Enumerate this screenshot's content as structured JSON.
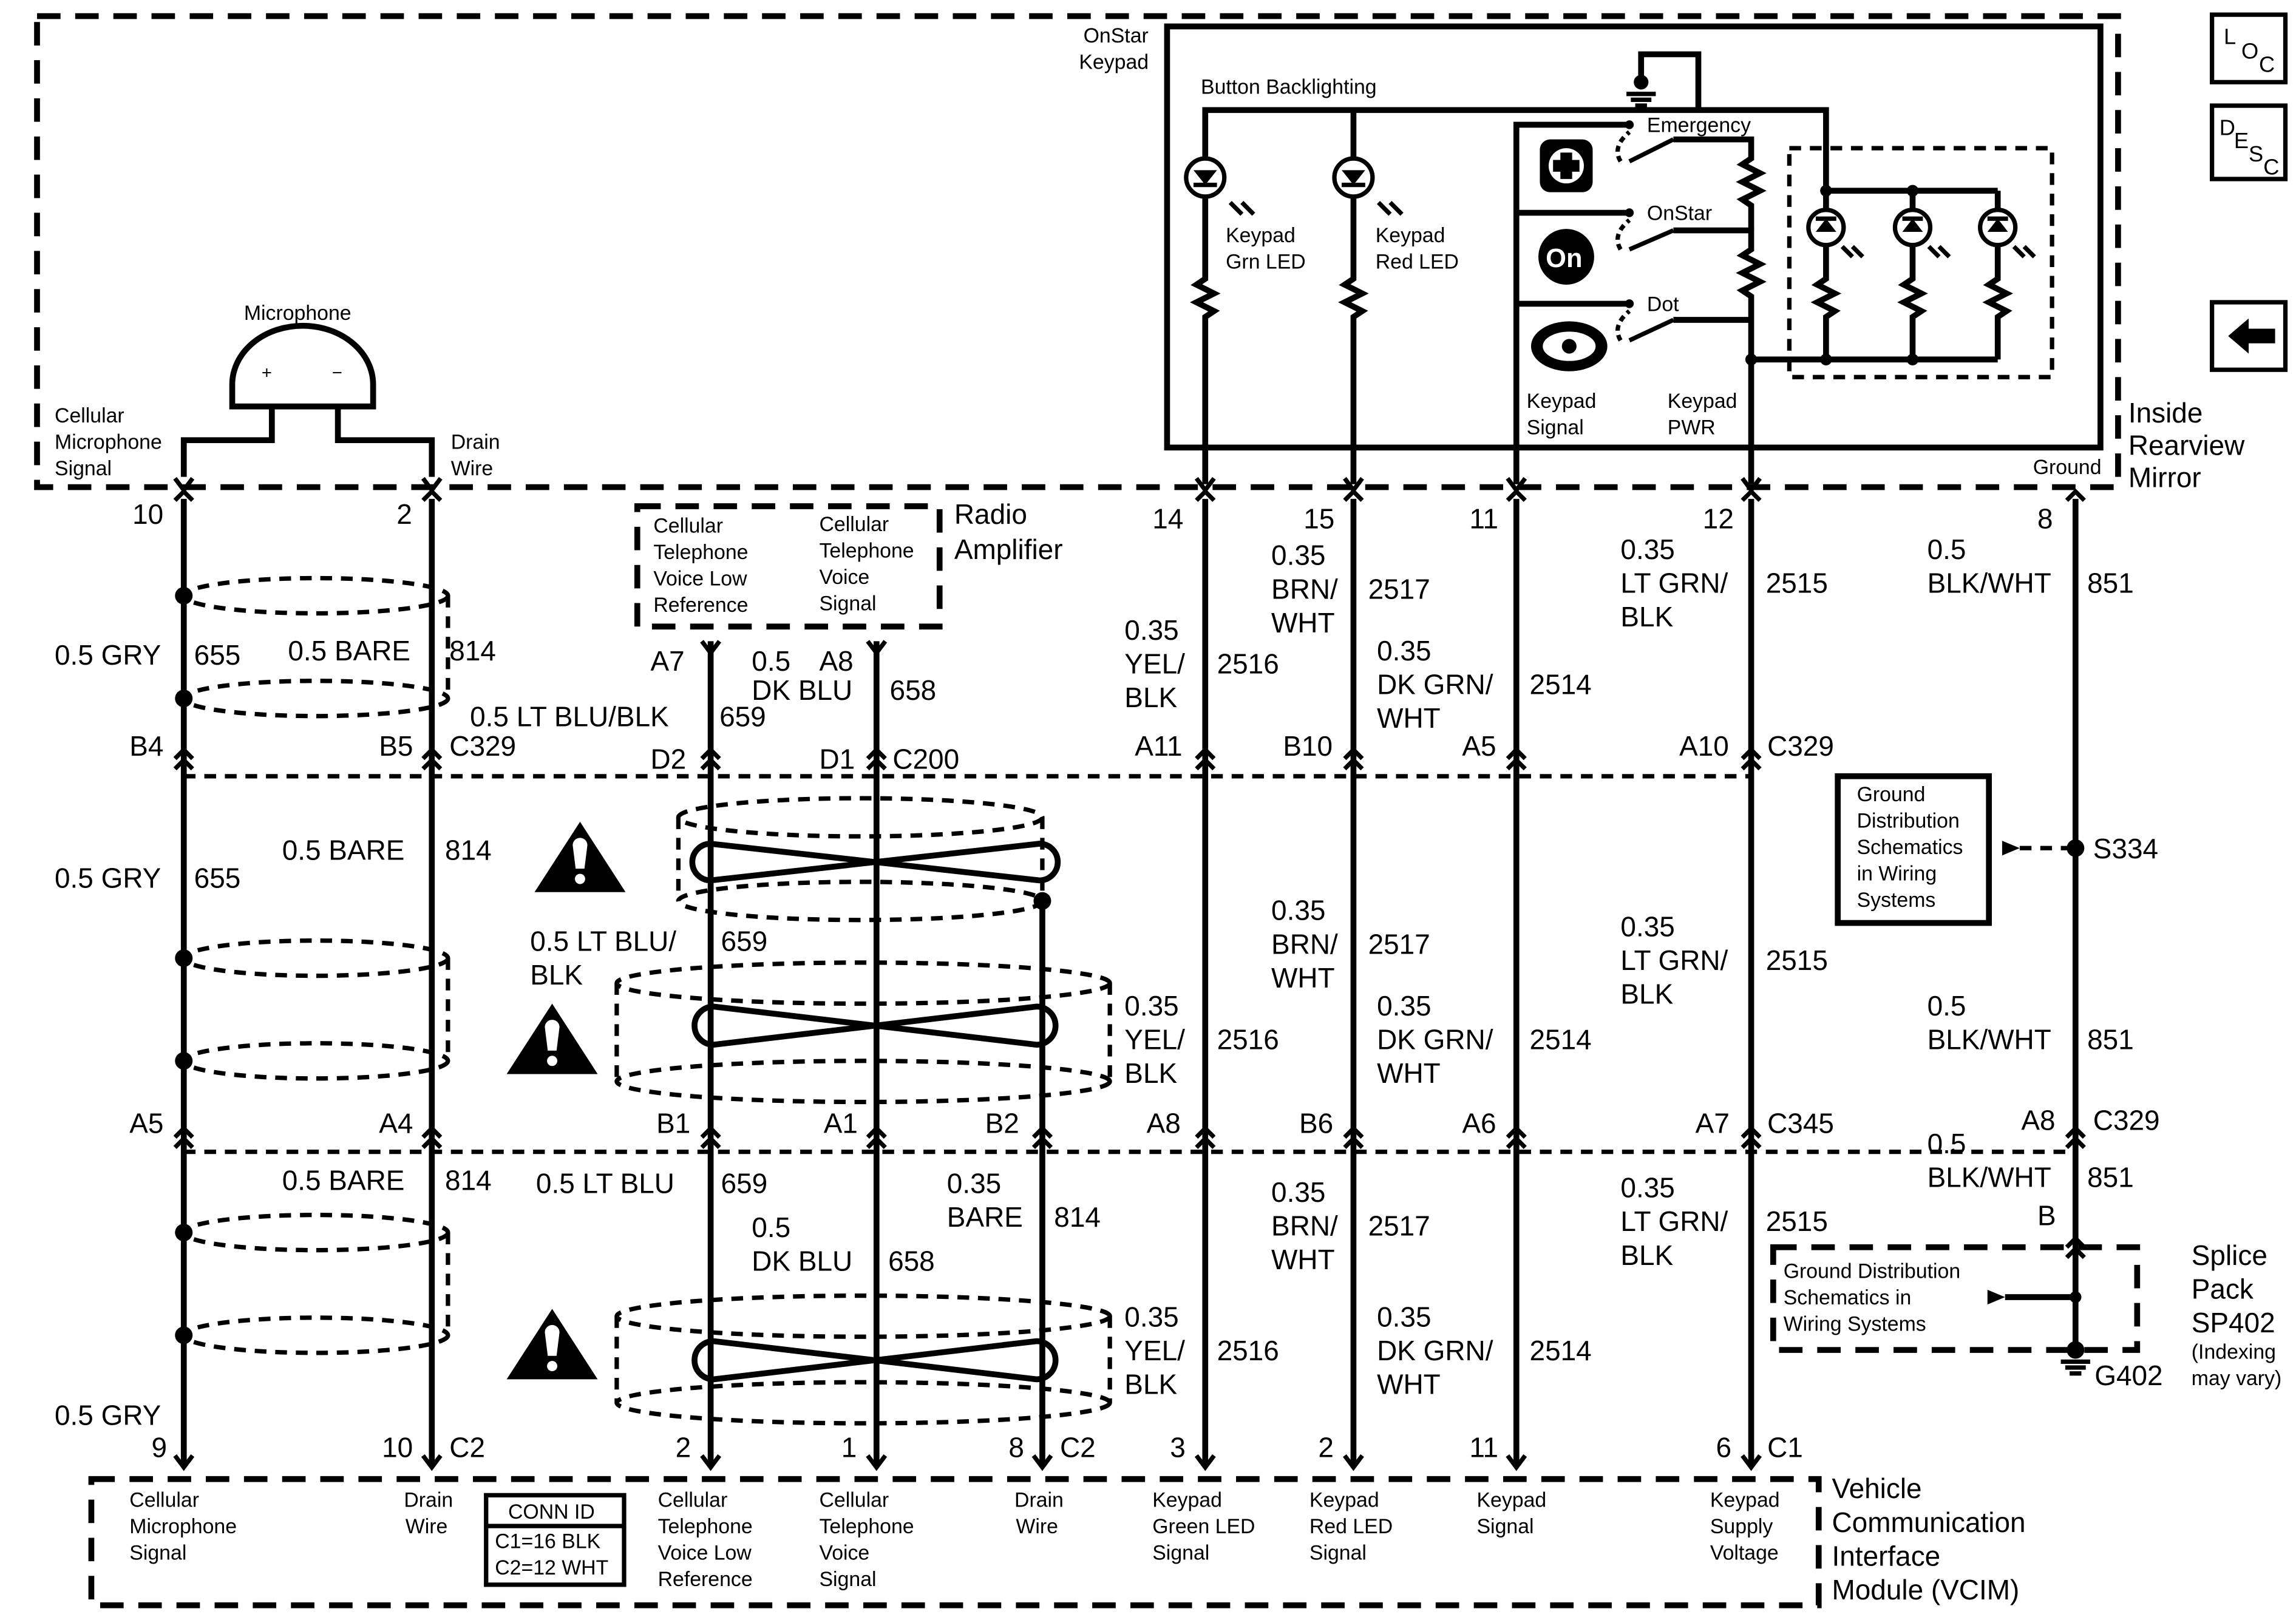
{
  "nav": {
    "loc_l": "L",
    "loc_o": "O",
    "loc_c": "C",
    "desc_d": "D",
    "desc_e": "E",
    "desc_s": "S",
    "desc_c": "C"
  },
  "mirror": {
    "title_1": "Inside",
    "title_2": "Rearview",
    "title_3": "Mirror",
    "ground": "Ground",
    "cell_mic_1": "Cellular",
    "cell_mic_2": "Microphone",
    "cell_mic_3": "Signal",
    "drain_1": "Drain",
    "drain_2": "Wire",
    "microphone": "Microphone",
    "mic_plus": "+",
    "mic_minus": "−"
  },
  "keypad": {
    "title_1": "OnStar",
    "title_2": "Keypad",
    "backlighting": "Button Backlighting",
    "grn_led_1": "Keypad",
    "grn_led_2": "Grn LED",
    "red_led_1": "Keypad",
    "red_led_2": "Red LED",
    "emergency": "Emergency",
    "onstar": "OnStar",
    "dot": "Dot",
    "signal_1": "Keypad",
    "signal_2": "Signal",
    "pwr_1": "Keypad",
    "pwr_2": "PWR"
  },
  "pins_top": {
    "p10": "10",
    "p2": "2",
    "p14": "14",
    "p15": "15",
    "p11": "11",
    "p12": "12",
    "p8": "8"
  },
  "radio_amp": {
    "title_1": "Radio",
    "title_2": "Amplifier",
    "l1": "Cellular",
    "l2": "Telephone",
    "l3": "Voice Low",
    "l4": "Reference",
    "r1": "Cellular",
    "r2": "Telephone",
    "r3": "Voice",
    "r4": "Signal",
    "pin_a7": "A7",
    "pin_a8": "A8"
  },
  "wires_upper": {
    "gry_size": "0.5 GRY",
    "gry_circ": "655",
    "bare_size": "0.5 BARE",
    "bare_circ": "814",
    "dkblu_1": "0.5",
    "dkblu_2": "DK BLU",
    "dkblu_circ": "658",
    "ltblu_size": "0.5 LT BLU/BLK",
    "ltblu_circ": "659",
    "yel_1": "0.35",
    "yel_2": "YEL/",
    "yel_3": "BLK",
    "yel_circ": "2516",
    "brn_1": "0.35",
    "brn_2": "BRN/",
    "brn_3": "WHT",
    "brn_circ": "2517",
    "dkgrn_1": "0.35",
    "dkgrn_2": "DK GRN/",
    "dkgrn_3": "WHT",
    "dkgrn_circ": "2514",
    "ltgrn_1": "0.35",
    "ltgrn_2": "LT GRN/",
    "ltgrn_3": "BLK",
    "ltgrn_circ": "2515",
    "blk_1": "0.5",
    "blk_2": "BLK/WHT",
    "blk_circ": "851"
  },
  "conn_c329": {
    "b4": "B4",
    "b5": "B5",
    "c329": "C329",
    "a11": "A11",
    "b10": "B10",
    "a5": "A5",
    "a10": "A10",
    "c329b": "C329"
  },
  "conn_c200": {
    "d2": "D2",
    "d1": "D1",
    "c200": "C200"
  },
  "wires_mid": {
    "gry_size": "0.5 GRY",
    "gry_circ": "655",
    "bare_size": "0.5 BARE",
    "bare_circ": "814",
    "ltblu_1": "0.5 LT BLU/",
    "ltblu_2": "BLK",
    "ltblu_circ": "659",
    "yel_1": "0.35",
    "yel_2": "YEL/",
    "yel_3": "BLK",
    "yel_circ": "2516",
    "brn_1": "0.35",
    "brn_2": "BRN/",
    "brn_3": "WHT",
    "brn_circ": "2517",
    "dkgrn_1": "0.35",
    "dkgrn_2": "DK GRN/",
    "dkgrn_3": "WHT",
    "dkgrn_circ": "2514",
    "ltgrn_1": "0.35",
    "ltgrn_2": "LT GRN/",
    "ltgrn_3": "BLK",
    "ltgrn_circ": "2515",
    "blk_1": "0.5",
    "blk_2": "BLK/WHT",
    "blk_circ": "851"
  },
  "ground_dist": {
    "l1": "Ground",
    "l2": "Distribution",
    "l3": "Schematics",
    "l4": "in Wiring",
    "l5": "Systems",
    "splice": "S334"
  },
  "conn_c345": {
    "a5": "A5",
    "a4": "A4",
    "b1": "B1",
    "a1": "A1",
    "b2": "B2",
    "a8": "A8",
    "b6": "B6",
    "a6": "A6",
    "a7": "A7",
    "c345": "C345",
    "a8b": "A8",
    "c329": "C329"
  },
  "wires_lower": {
    "bare_size": "0.5 BARE",
    "bare_circ": "814",
    "ltblu_size": "0.5 LT BLU",
    "ltblu_circ": "659",
    "dkblu_1": "0.5",
    "dkblu_2": "DK BLU",
    "dkblu_circ": "658",
    "bare2_1": "0.35",
    "bare2_2": "BARE",
    "bare2_circ": "814",
    "gry_size": "0.5 GRY",
    "yel_1": "0.35",
    "yel_2": "YEL/",
    "yel_3": "BLK",
    "yel_circ": "2516",
    "brn_1": "0.35",
    "brn_2": "BRN/",
    "brn_3": "WHT",
    "brn_circ": "2517",
    "dkgrn_1": "0.35",
    "dkgrn_2": "DK GRN/",
    "dkgrn_3": "WHT",
    "dkgrn_circ": "2514",
    "ltgrn_1": "0.35",
    "ltgrn_2": "LT GRN/",
    "ltgrn_3": "BLK",
    "ltgrn_circ": "2515",
    "blk_1": "0.5",
    "blk_2": "BLK/WHT",
    "blk_circ": "851",
    "pin_b": "B"
  },
  "splice_pack": {
    "t1": "Splice",
    "t2": "Pack",
    "t3": "SP402",
    "t4": "(Indexing",
    "t5": "may vary)",
    "gd1": "Ground Distribution",
    "gd2": "Schematics in",
    "gd3": "Wiring Systems",
    "g402": "G402"
  },
  "pins_bottom": {
    "p9": "9",
    "p10": "10",
    "c2a": "C2",
    "p2a": "2",
    "p1": "1",
    "p8": "8",
    "c2b": "C2",
    "p3": "3",
    "p2b": "2",
    "p11": "11",
    "p6": "6",
    "c1": "C1"
  },
  "vcim": {
    "t1": "Vehicle",
    "t2": "Communication",
    "t3": "Interface",
    "t4": "Module (VCIM)",
    "cm1": "Cellular",
    "cm2": "Microphone",
    "cm3": "Signal",
    "dw1": "Drain",
    "dw2": "Wire",
    "conn_id": "CONN ID",
    "conn_c1": "C1=16 BLK",
    "conn_c2": "C2=12 WHT",
    "vl1": "Cellular",
    "vl2": "Telephone",
    "vl3": "Voice Low",
    "vl4": "Reference",
    "vs1": "Cellular",
    "vs2": "Telephone",
    "vs3": "Voice",
    "vs4": "Signal",
    "dw3": "Drain",
    "dw4": "Wire",
    "kg1": "Keypad",
    "kg2": "Green LED",
    "kg3": "Signal",
    "kr1": "Keypad",
    "kr2": "Red LED",
    "kr3": "Signal",
    "ks1": "Keypad",
    "ks2": "Signal",
    "kv1": "Keypad",
    "kv2": "Supply",
    "kv3": "Voltage"
  }
}
